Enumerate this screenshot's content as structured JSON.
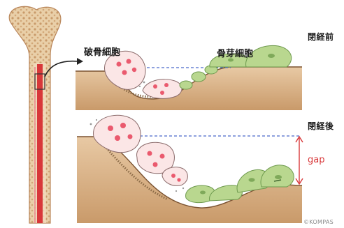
{
  "labels": {
    "osteoclast": "破骨細胞",
    "osteoblast": "骨芽細胞",
    "before_closure": "閉経前",
    "after_closure": "閉経後",
    "gap": "gap",
    "credit": "©KOMPAS"
  },
  "colors": {
    "bone_light": "#e7c7a1",
    "bone_mid": "#d4a676",
    "bone_dark": "#b9865a",
    "marrow_red": "#d8383a",
    "osteoclast_fill": "#fbe6e6",
    "osteoclast_spot": "#ea5a6e",
    "osteoblast_fill": "#b9d78f",
    "osteoblast_dark": "#7fa95a",
    "dashed_line": "#4a69c9"
  },
  "icons": {
    "femur": "femur-bone-icon",
    "callout_arrow": "curved-arrow-icon"
  }
}
